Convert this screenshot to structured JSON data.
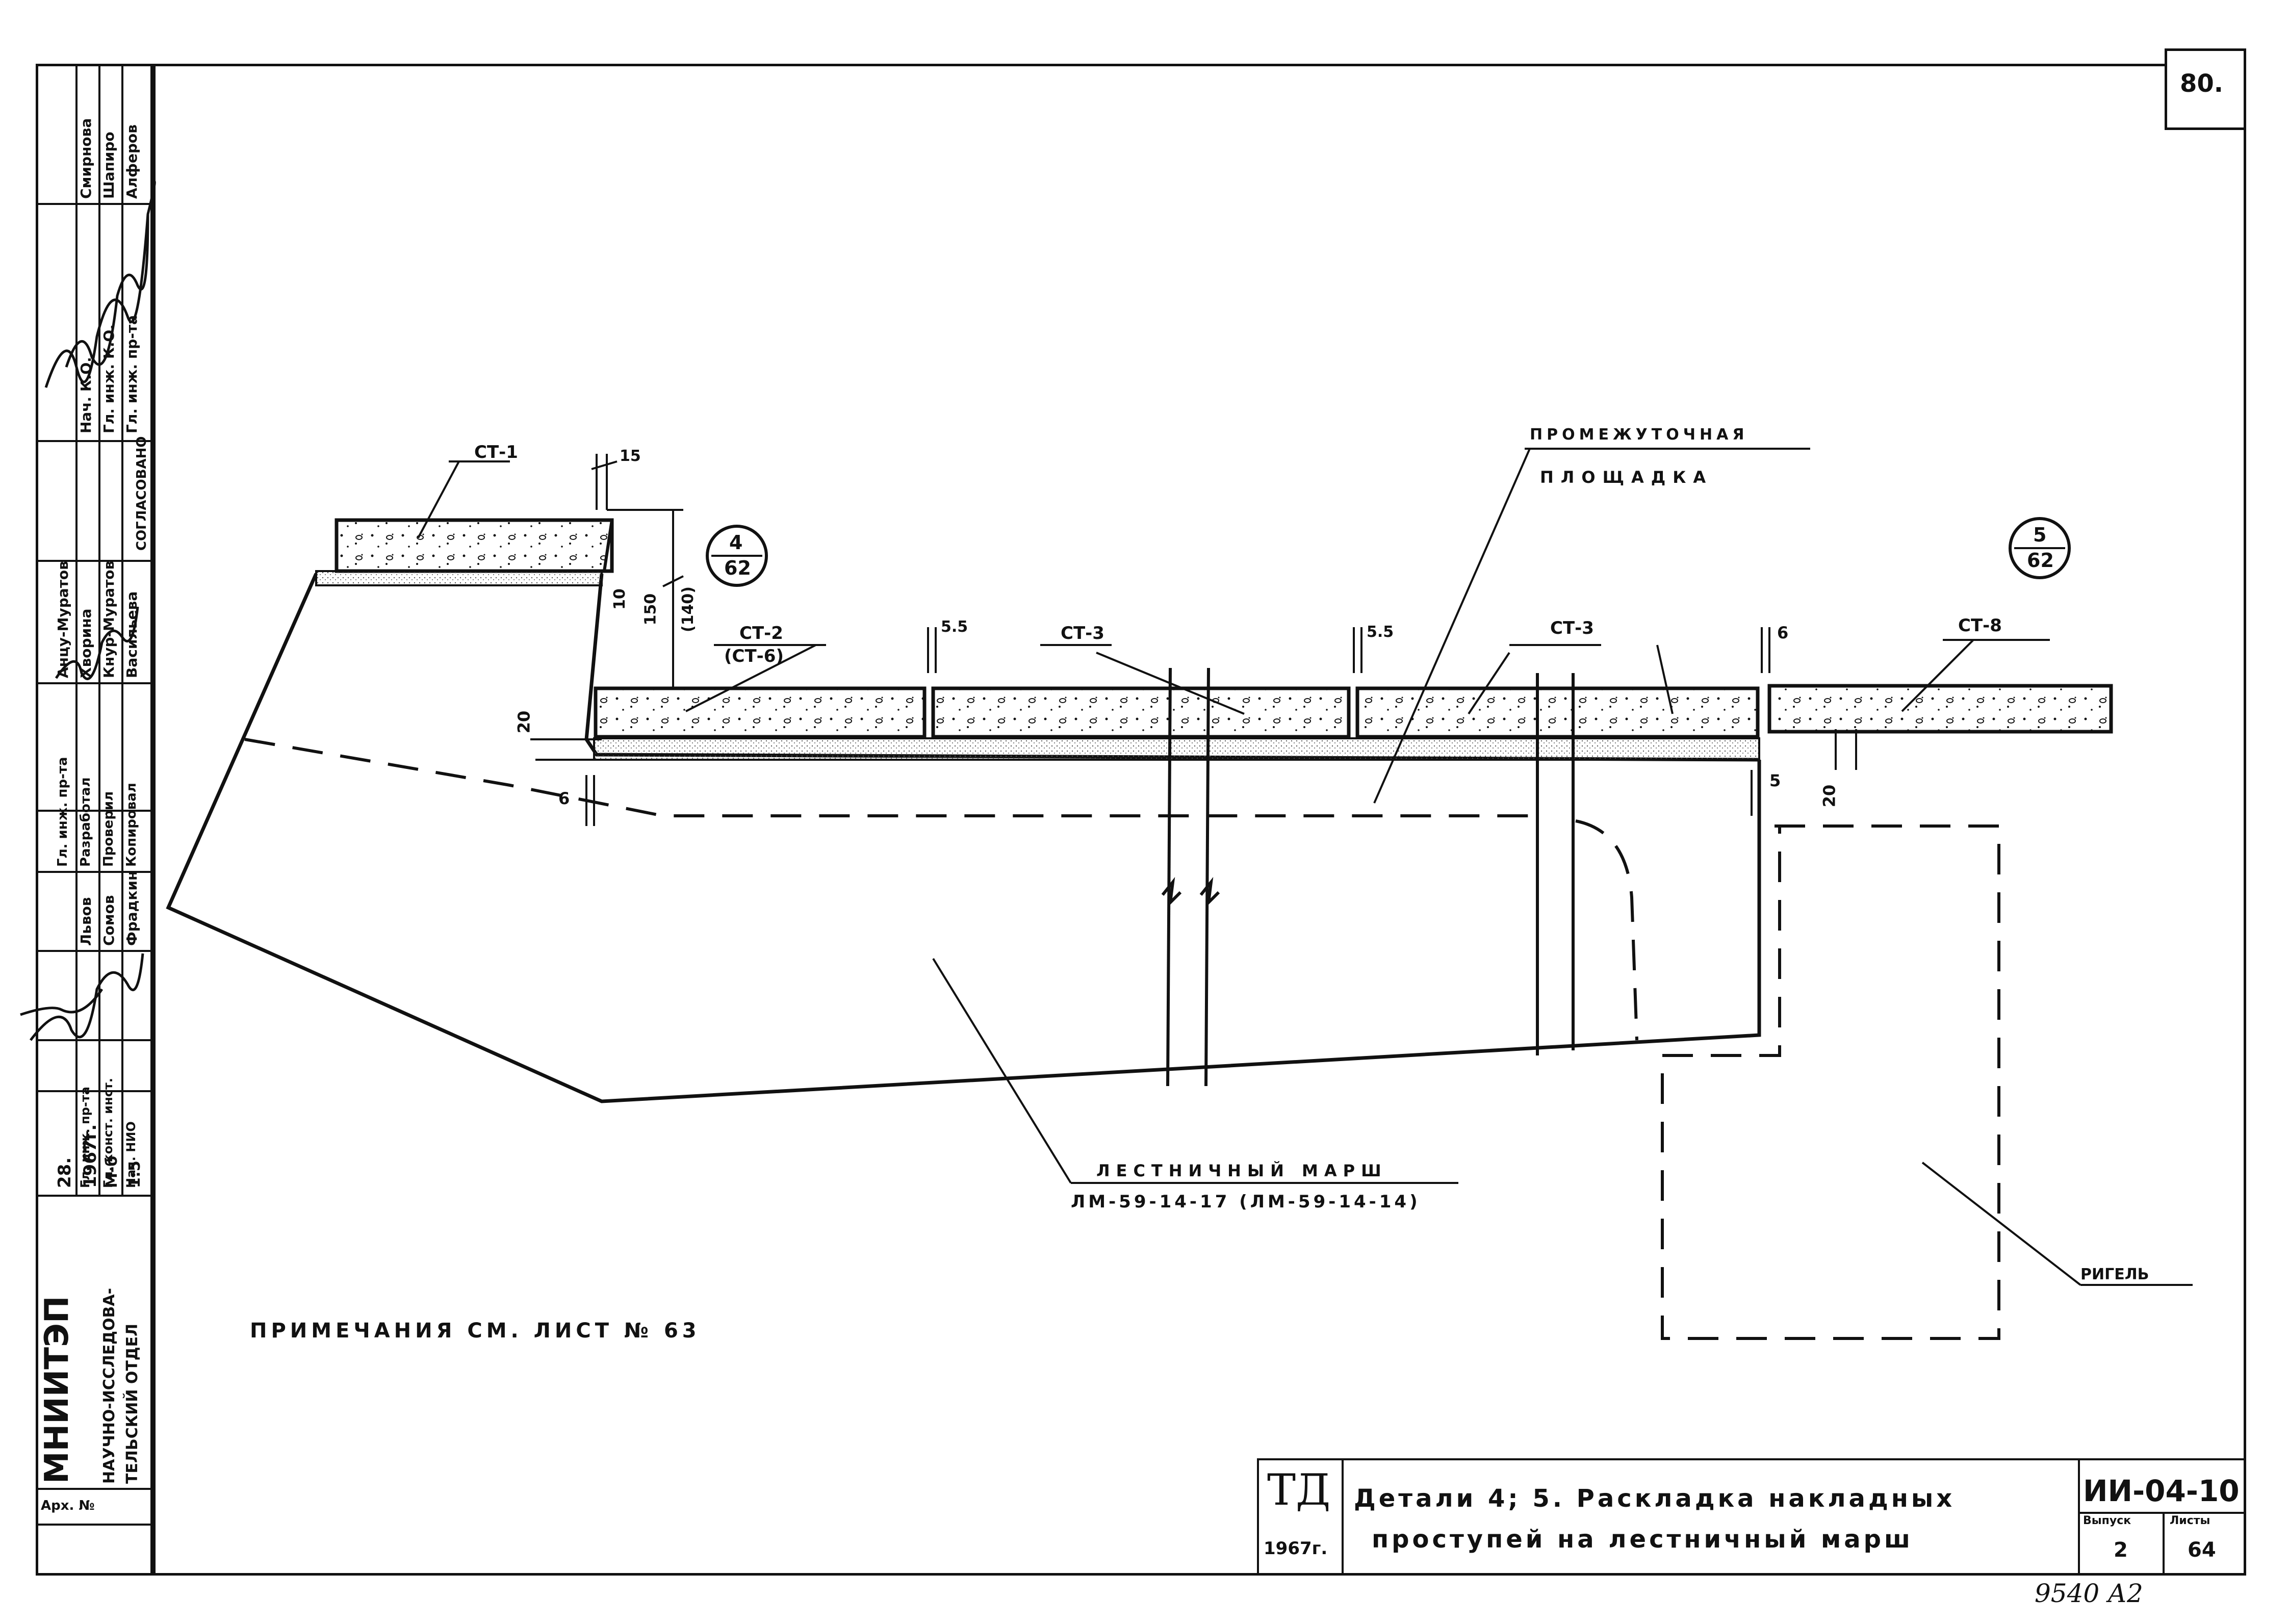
{
  "sheet_number": "80.",
  "labels": {
    "ct1": "СТ-1",
    "ct2": "СТ-2",
    "ct2_alt": "(СТ-6)",
    "ct3_a": "СТ-3",
    "ct3_b": "СТ-3",
    "ct8": "СТ-8",
    "landing_line1": "ПРОМЕЖУТОЧНАЯ",
    "landing_line2": "ПЛОЩАДКА",
    "stair_line1": "ЛЕСТНИЧНЫЙ МАРШ",
    "stair_line2": "ЛМ-59-14-17 (ЛМ-59-14-14)",
    "girder": "РИГЕЛЬ",
    "note": "ПРИМЕЧАНИЯ СМ. ЛИСТ № 63"
  },
  "dimensions": {
    "d15": "15",
    "d10": "10",
    "d150": "150",
    "d140": "(140)",
    "d20_left": "20",
    "d6_left": "6",
    "d55_a": "5.5",
    "d55_b": "5.5",
    "d6_right": "6",
    "d5": "5",
    "d20_right": "20"
  },
  "callouts": [
    {
      "top": "4",
      "bottom": "62"
    },
    {
      "top": "5",
      "bottom": "62"
    }
  ],
  "title_block": {
    "td": "ТД",
    "year": "1967г.",
    "title_line1": "Детали 4; 5. Раскладка накладных",
    "title_line2": "проступей на лестничный марш",
    "code": "ИИ-04-10",
    "issue_label": "Выпуск",
    "sheet_label": "Листы",
    "issue_value": "2",
    "sheet_value": "64"
  },
  "footer_note": "9540 А2",
  "side_stamp": {
    "institute": "МНИИТЭП",
    "department_1": "НАУЧНО-ИССЛЕДОВА-",
    "department_2": "ТЕЛЬСКИЙ ОТДЕЛ",
    "date_1": "28.",
    "date_2": "1967г.",
    "scale_label": "М-б",
    "scale_value": "1:5",
    "arch": "Арх. №",
    "roles_a": [
      "Нач. К.О.",
      "Гл. инж. К.О.",
      "Гл. инж. пр-та"
    ],
    "names_a": [
      "Смирнова",
      "Шапиро",
      "Алферов"
    ],
    "agreed": "СОГЛАСОВАНО",
    "names_b": [
      "Анцу-Муратов",
      "Хворина",
      "Кнур-Муратов",
      "Васильева"
    ],
    "roles_c": [
      "Гл. инж. пр-та",
      "Разработал",
      "Проверил",
      "Копировал"
    ],
    "names_c": [
      "Львов",
      "Сомов",
      "Фрадкин"
    ],
    "roles_d": [
      "Гл. инж. пр-та",
      "Гл. конст. инст.",
      "Нач. НИО"
    ]
  }
}
